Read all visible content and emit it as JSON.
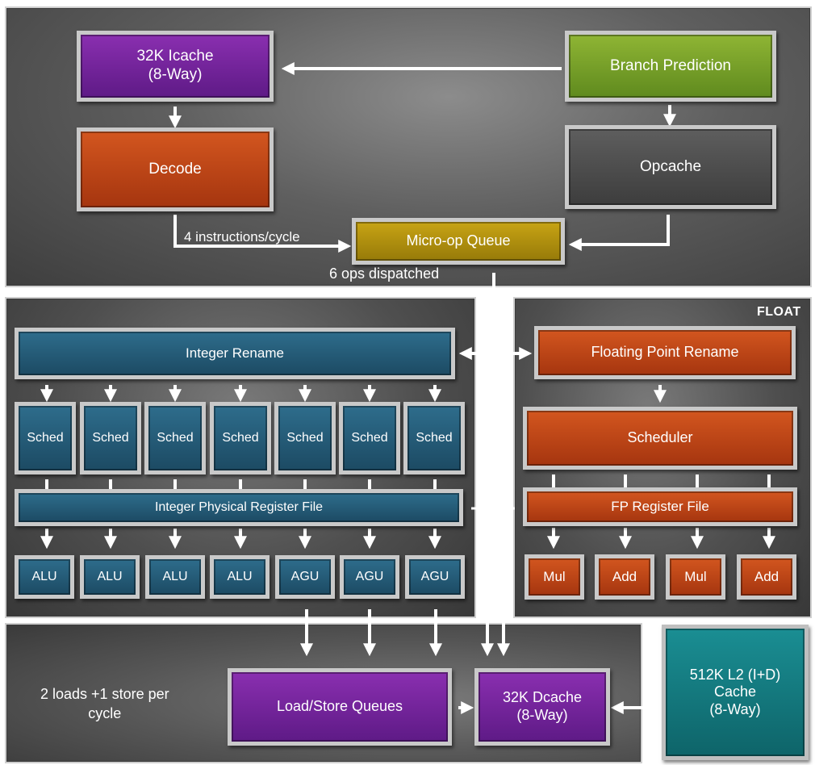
{
  "frontend": {
    "icache": "32K Icache\n(8-Way)",
    "branch_prediction": "Branch Prediction",
    "decode": "Decode",
    "opcache": "Opcache",
    "micro_op_queue": "Micro-op Queue",
    "decode_rate": "4 instructions/cycle",
    "dispatch_rate": "6 ops dispatched"
  },
  "integer": {
    "rename": "Integer Rename",
    "schedulers": [
      "Sched",
      "Sched",
      "Sched",
      "Sched",
      "Sched",
      "Sched",
      "Sched"
    ],
    "register_file": "Integer Physical Register File",
    "units": [
      "ALU",
      "ALU",
      "ALU",
      "ALU",
      "AGU",
      "AGU",
      "AGU"
    ]
  },
  "float": {
    "title": "FLOAT",
    "rename": "Floating Point Rename",
    "scheduler": "Scheduler",
    "register_file": "FP Register File",
    "units": [
      "Mul",
      "Add",
      "Mul",
      "Add"
    ]
  },
  "memory": {
    "throughput": "2 loads +1 store per\ncycle",
    "load_store_queues": "Load/Store Queues",
    "dcache": "32K Dcache\n(8-Way)",
    "l2": "512K L2 (I+D)\nCache\n(8-Way)"
  },
  "colors": {
    "purple": "#7a2aa0",
    "green": "#7aa02a",
    "orange": "#c04a18",
    "gold": "#b0900f",
    "teal": "#245a76",
    "cyan": "#137a7f",
    "arrow": "#ffffff"
  }
}
